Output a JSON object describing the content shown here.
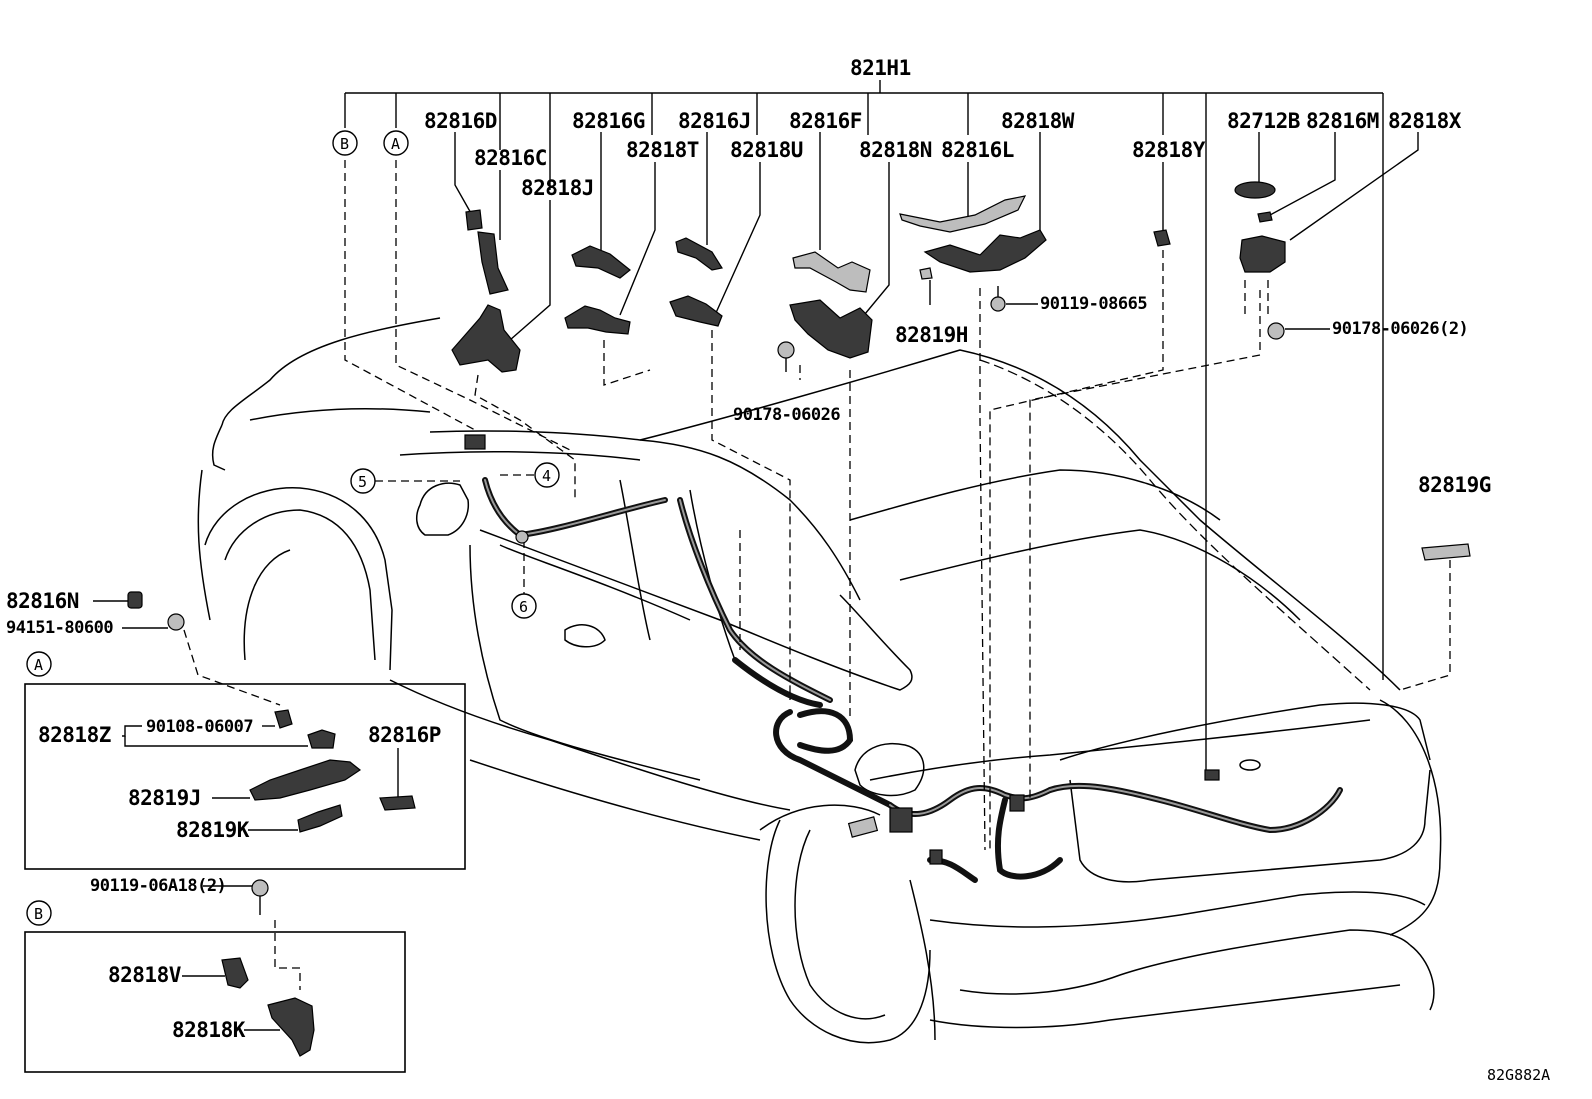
{
  "diagram": {
    "top_label": "821H1",
    "labels": {
      "p82816D": "82816D",
      "p82816C": "82816C",
      "p82818J": "82818J",
      "p82816G": "82816G",
      "p82818T": "82818T",
      "p82816J": "82816J",
      "p82818U": "82818U",
      "p82816F": "82816F",
      "p82818N": "82818N",
      "p82816L": "82816L",
      "p82818W": "82818W",
      "p82818Y": "82818Y",
      "p82712B": "82712B",
      "p82816M": "82816M",
      "p82818X": "82818X",
      "p90119_08665": "90119-08665",
      "p90178_06026_2": "90178-06026(2)",
      "p82819H": "82819H",
      "p90178_06026": "90178-06026",
      "p82819G": "82819G",
      "p82816N": "82816N",
      "p94151_80600": "94151-80600",
      "p82818Z": "82818Z",
      "p90108_06007": "90108-06007",
      "p82816P": "82816P",
      "p82819J": "82819J",
      "p82819K": "82819K",
      "p90119_06A18_2": "90119-06A18(2)",
      "p82818V": "82818V",
      "p82818K": "82818K"
    },
    "callouts": {
      "A": "A",
      "B": "B",
      "c4": "4",
      "c5": "5",
      "c6": "6"
    },
    "insets": {
      "A": {
        "tag": "A"
      },
      "B": {
        "tag": "B"
      }
    },
    "figure_id": "82G882A"
  }
}
